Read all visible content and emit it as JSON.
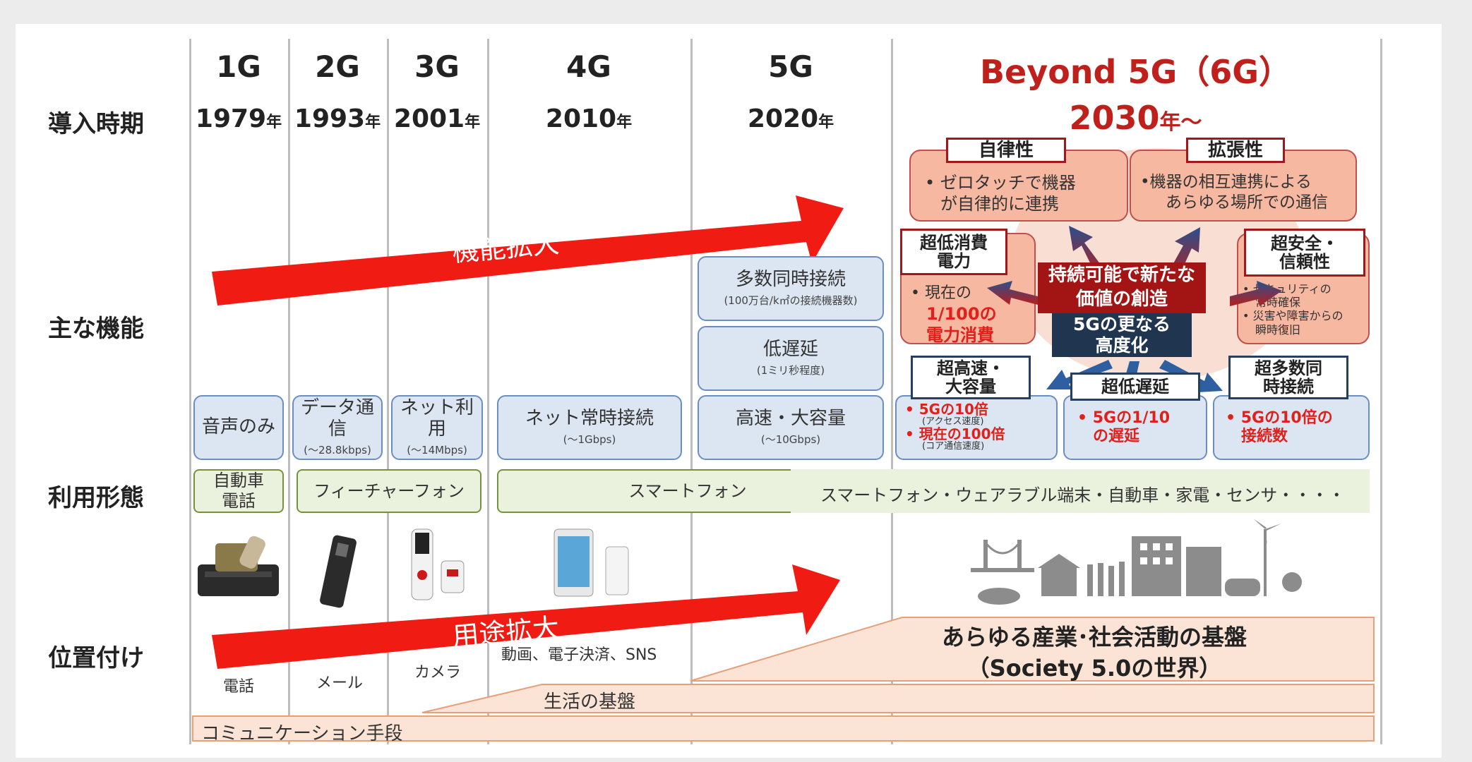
{
  "rows": {
    "intro_period": "導入時期",
    "main_function": "主な機能",
    "usage_form": "利用形態",
    "positioning": "位置付け"
  },
  "generations": [
    {
      "name": "1G",
      "year": "1979",
      "unit": "年"
    },
    {
      "name": "2G",
      "year": "1993",
      "unit": "年"
    },
    {
      "name": "3G",
      "year": "2001",
      "unit": "年"
    },
    {
      "name": "4G",
      "year": "2010",
      "unit": "年"
    },
    {
      "name": "5G",
      "year": "2020",
      "unit": "年"
    }
  ],
  "beyond": {
    "name": "Beyond 5G（6G）",
    "year": "2030",
    "unit": "年～"
  },
  "arrows": {
    "function_expansion": "機能拡大",
    "usage_expansion": "用途拡大"
  },
  "functions": {
    "g1": "音声のみ",
    "g2": {
      "main": "データ通信",
      "sub": "(～28.8kbps)"
    },
    "g3": {
      "main": "ネット利用",
      "sub": "(～14Mbps)"
    },
    "g4": {
      "main": "ネット常時接続",
      "sub": "(～1Gbps)"
    },
    "g5_massive": {
      "main": "多数同時接続",
      "sub": "(100万台/k㎡の接続機器数)"
    },
    "g5_latency": {
      "main": "低遅延",
      "sub": "(1ミリ秒程度)"
    },
    "g5_speed": {
      "main": "高速・大容量",
      "sub": "(～10Gbps)"
    }
  },
  "beyond_features": {
    "autonomy": {
      "title": "自律性",
      "text1": "• ゼロタッチで機器",
      "text2": "が自律的に連携"
    },
    "scalability": {
      "title": "拡張性",
      "text1": "•機器の相互連携による",
      "text2": "あらゆる場所での通信"
    },
    "low_power": {
      "title1": "超低消費",
      "title2": "電力",
      "text1": "• 現在の",
      "red1": "1/100の",
      "red2": "電力消費"
    },
    "security": {
      "title1": "超安全・",
      "title2": "信頼性",
      "item1a": "• セキュリティの",
      "item1b": "常時確保",
      "item2a": "• 災害や障害からの",
      "item2b": "瞬時復旧"
    },
    "sustainable1": "持続可能で新たな",
    "sustainable2": "価値の創造",
    "advance1": "5Gの更なる",
    "advance2": "高度化",
    "speed": {
      "title1": "超高速・",
      "title2": "大容量",
      "red1": "• 5Gの10倍",
      "sub1": "(アクセス速度)",
      "red2": "• 現在の100倍",
      "sub2": "(コア通信速度)"
    },
    "latency": {
      "title": "超低遅延",
      "red1": "• 5Gの1/10",
      "red2": "の遅延"
    },
    "connections": {
      "title1": "超多数同",
      "title2": "時接続",
      "red1": "• 5Gの10倍の",
      "red2": "接続数"
    }
  },
  "devices": {
    "car_phone_1": "自動車",
    "car_phone_2": "電話",
    "feature_phone": "フィーチャーフォン",
    "smartphone": "スマートフォン",
    "beyond": "スマートフォン・ウェアラブル端末・自動車・家電・センサ・・・・"
  },
  "usages": {
    "g1": "電話",
    "g2": "メール",
    "g3": "カメラ",
    "g4": "動画、電子決済、SNS"
  },
  "positioning": {
    "communication": "コミュニケーション手段",
    "life": "生活の基盤",
    "society1": "あらゆる産業･社会活動の基盤",
    "society2": "（Society 5.0の世界）"
  },
  "colors": {
    "accent_red": "#e0201b",
    "dark_red": "#a21818",
    "navy": "#243f60",
    "light_blue": "#dce6f2",
    "light_green": "#eaf1dd",
    "peach": "#fbe4d5",
    "salmon": "#f6b8a0"
  }
}
